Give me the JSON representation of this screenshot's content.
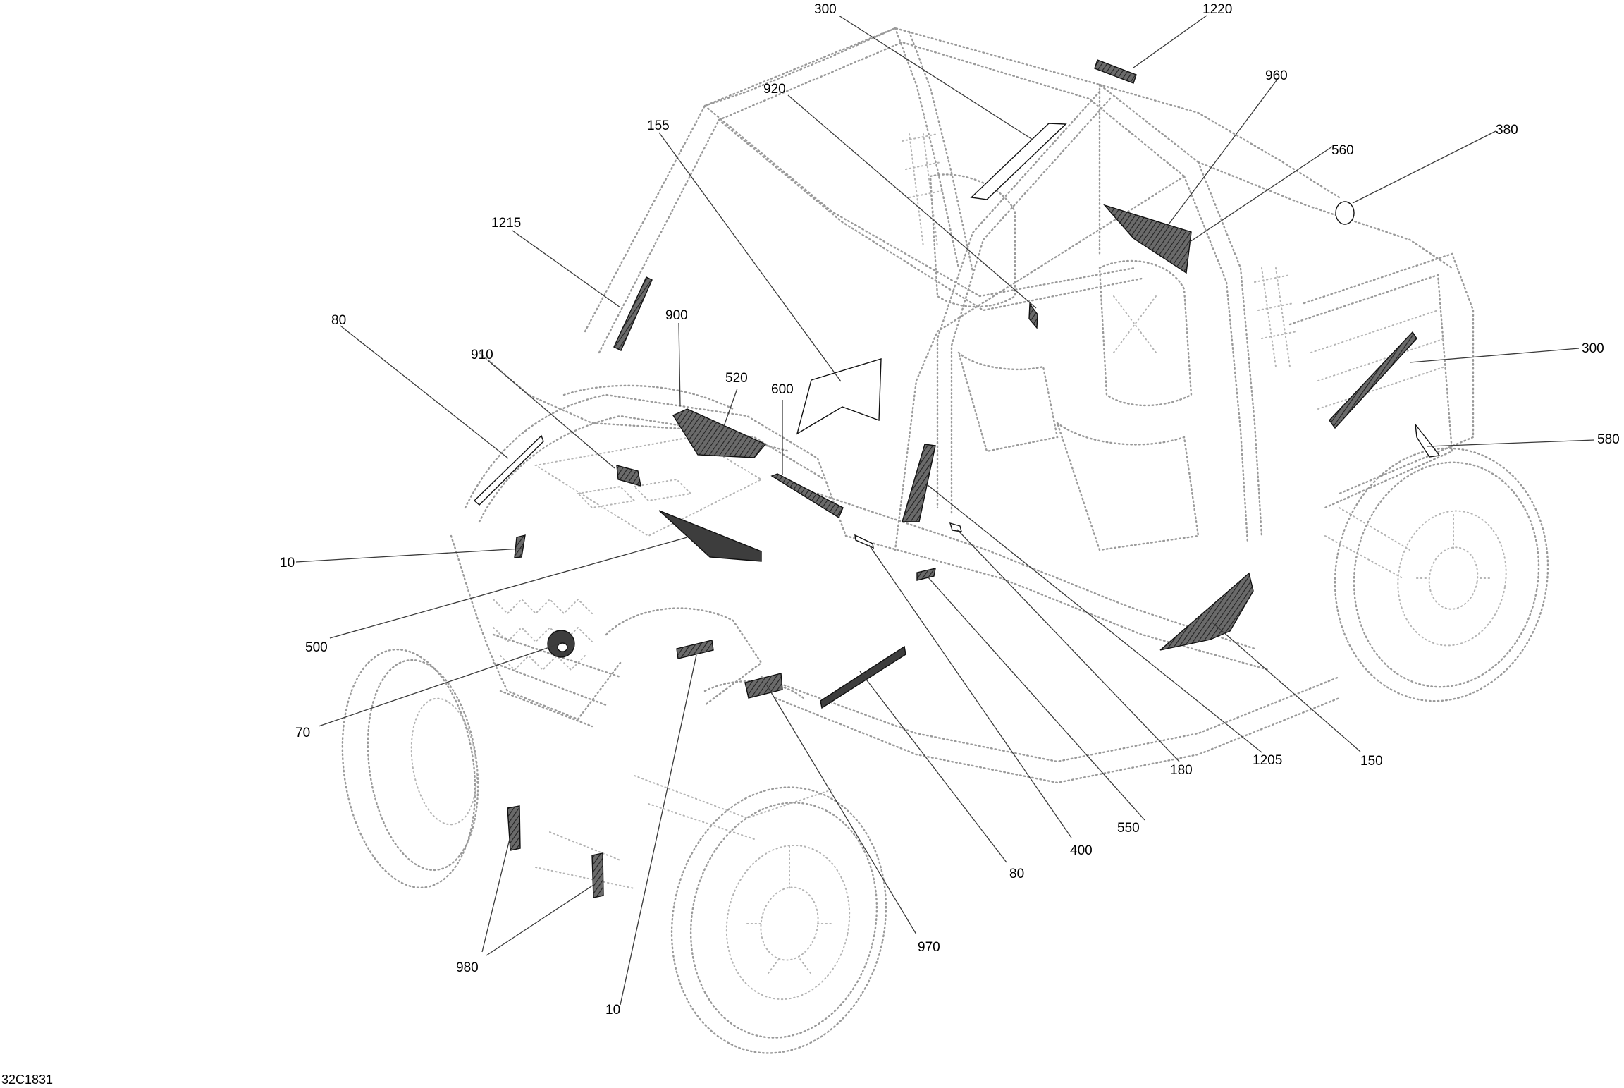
{
  "figure_id": "32C1831",
  "callouts": [
    {
      "id": "c-300-top",
      "label": "300"
    },
    {
      "id": "c-1220",
      "label": "1220"
    },
    {
      "id": "c-920",
      "label": "920"
    },
    {
      "id": "c-960",
      "label": "960"
    },
    {
      "id": "c-155",
      "label": "155"
    },
    {
      "id": "c-560",
      "label": "560"
    },
    {
      "id": "c-380",
      "label": "380"
    },
    {
      "id": "c-1215",
      "label": "1215"
    },
    {
      "id": "c-80-top",
      "label": "80"
    },
    {
      "id": "c-900",
      "label": "900"
    },
    {
      "id": "c-910",
      "label": "910"
    },
    {
      "id": "c-520",
      "label": "520"
    },
    {
      "id": "c-600",
      "label": "600"
    },
    {
      "id": "c-300-right",
      "label": "300"
    },
    {
      "id": "c-580",
      "label": "580"
    },
    {
      "id": "c-10-left",
      "label": "10"
    },
    {
      "id": "c-500",
      "label": "500"
    },
    {
      "id": "c-70",
      "label": "70"
    },
    {
      "id": "c-180",
      "label": "180"
    },
    {
      "id": "c-1205",
      "label": "1205"
    },
    {
      "id": "c-150",
      "label": "150"
    },
    {
      "id": "c-550",
      "label": "550"
    },
    {
      "id": "c-400",
      "label": "400"
    },
    {
      "id": "c-80-bottom",
      "label": "80"
    },
    {
      "id": "c-970",
      "label": "970"
    },
    {
      "id": "c-980",
      "label": "980"
    },
    {
      "id": "c-10-bottom",
      "label": "10"
    }
  ]
}
